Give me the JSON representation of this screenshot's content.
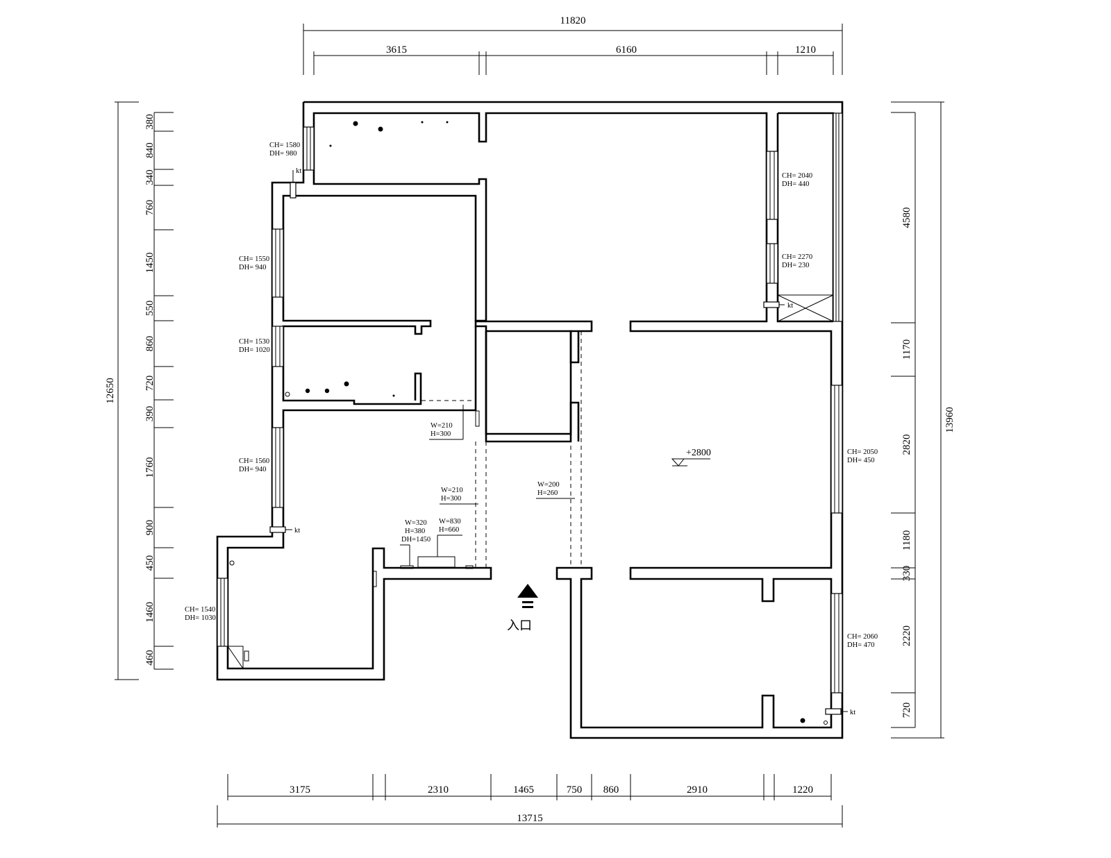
{
  "dimensions": {
    "top_total": "11820",
    "top_segments": [
      "3615",
      "6160",
      "1210"
    ],
    "bottom_total": "13715",
    "bottom_segments": [
      "3175",
      "2310",
      "1465",
      "750",
      "860",
      "2910",
      "1220"
    ],
    "left_total": "12650",
    "left_segments": [
      "380",
      "840",
      "340",
      "760",
      "1450",
      "550",
      "860",
      "720",
      "390",
      "1760",
      "900",
      "450",
      "1460",
      "460"
    ],
    "right_total": "13960",
    "right_segments": [
      "4580",
      "1170",
      "2820",
      "1180",
      "330",
      "2220",
      "720"
    ]
  },
  "window_notes": [
    {
      "ch": "CH= 1580",
      "dh": "DH= 980"
    },
    {
      "ch": "CH= 1550",
      "dh": "DH= 940"
    },
    {
      "ch": "CH= 1530",
      "dh": "DH= 1020"
    },
    {
      "ch": "CH= 1560",
      "dh": "DH= 940"
    },
    {
      "ch": "CH= 1540",
      "dh": "DH= 1030"
    },
    {
      "ch": "CH= 2040",
      "dh": "DH= 440"
    },
    {
      "ch": "CH= 2270",
      "dh": "DH= 230"
    },
    {
      "ch": "CH= 2050",
      "dh": "DH= 450"
    },
    {
      "ch": "CH= 2060",
      "dh": "DH= 470"
    }
  ],
  "opening_notes": [
    {
      "w": "W=210",
      "h": "H=300"
    },
    {
      "w": "W=210",
      "h": "H=300"
    },
    {
      "w": "W=200",
      "h": "H=260"
    },
    {
      "w": "W=320",
      "h": "H=380",
      "dh": "DH=1450"
    },
    {
      "w": "W=830",
      "h": "H=660"
    }
  ],
  "ac_label": "kt",
  "floor_level": "+2800",
  "entrance_label": "入口"
}
